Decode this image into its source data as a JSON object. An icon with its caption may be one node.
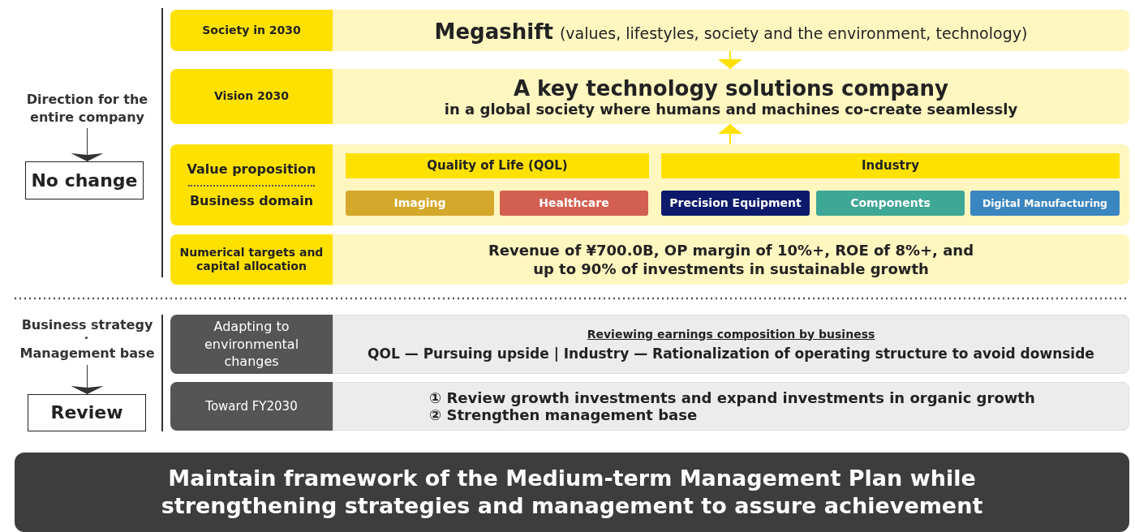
{
  "diagram": {
    "nodes": [
      {
        "text": [
          "Direction for the entire company"
        ]
      },
      {
        "text": [
          "No change"
        ]
      },
      {
        "text": [
          "Society in 2030"
        ]
      },
      {
        "text": [
          "Megashift",
          "(values, lifestyles, society and the environment, technology)"
        ]
      },
      {
        "text": [
          "Vision 2030"
        ]
      },
      {
        "text": [
          "A key technology solutions company",
          "in a global society where humans and machines co-create seamlessly"
        ]
      },
      {
        "text": [
          "Value proposition",
          "Business domain"
        ]
      },
      {
        "text": [],
        "shape": "box"
      },
      {
        "text": [
          "Quality of Life (QOL)"
        ],
        "in": 7
      },
      {
        "text": [
          "Industry"
        ],
        "in": 7
      },
      {
        "text": [
          "Imaging"
        ],
        "in": 7
      },
      {
        "text": [
          "Healthcare"
        ],
        "in": 7
      },
      {
        "text": [
          "Precision Equipment"
        ],
        "in": 7
      },
      {
        "text": [
          "Components"
        ],
        "in": 7
      },
      {
        "text": [
          "Digital Manufacturing"
        ],
        "in": 7
      },
      {
        "text": [
          "Numerical targets and capital allocation"
        ]
      },
      {
        "text": [
          "Revenue of ¥700.0B, OP margin of 10%+, ROE of 8%+, and up to 90% of investments in sustainable growth"
        ]
      },
      {
        "text": [
          "Business strategy",
          "Management base"
        ]
      },
      {
        "text": [
          "Review"
        ]
      },
      {
        "text": [
          "Adapting to environmental changes"
        ]
      },
      {
        "text": [
          "Reviewing earnings composition by business",
          "QOL — Pursuing upside | Industry — Rationalization of operating structure to avoid downside"
        ]
      },
      {
        "text": [
          "Toward FY2030"
        ]
      },
      {
        "text": [
          "① Review growth investments and expand investments in organic growth",
          "② Strengthen management base"
        ]
      },
      {
        "text": [
          "Maintain framework of the Medium-term Management Plan while strengthening strategies and management to assure achievement"
        ]
      }
    ],
    "edges": [
      {
        "from": 0,
        "to": 1,
        "arrow": "to"
      },
      {
        "from": 3,
        "to": 5,
        "arrow": "to",
        "color": "#ffe100"
      },
      {
        "from": 7,
        "to": 5,
        "arrow": "to",
        "color": "#ffe100"
      },
      {
        "from": 17,
        "to": 18,
        "arrow": "to"
      }
    ]
  }
}
